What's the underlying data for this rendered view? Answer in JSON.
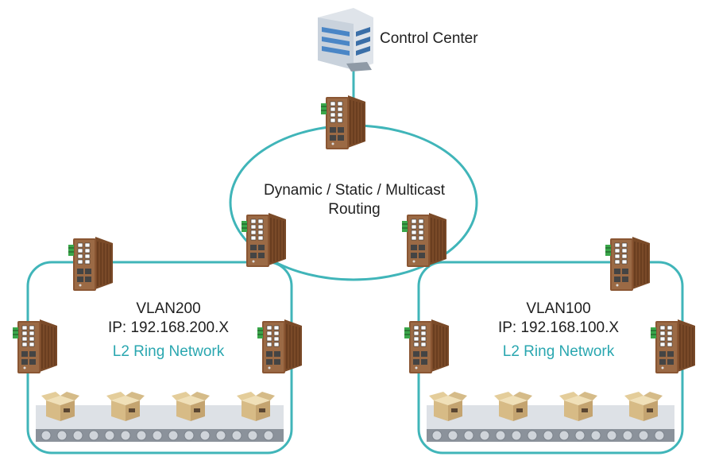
{
  "colors": {
    "link": "#40b5b9",
    "switch_body": "#8a5633",
    "switch_dark": "#5a3219",
    "terminal": "#3aa64a",
    "building": "#4a86c6"
  },
  "icons": {
    "control_center": "office-building-icon",
    "switch": "industrial-ethernet-switch-icon",
    "package": "cardboard-box-icon",
    "conveyor": "conveyor-belt-icon"
  },
  "control_center": {
    "label": "Control Center"
  },
  "core": {
    "label_line1": "Dynamic / Static / Multicast",
    "label_line2": "Routing"
  },
  "left_ring": {
    "vlan": "VLAN200",
    "ip": "IP: 192.168.200.X",
    "network": "L2 Ring Network"
  },
  "right_ring": {
    "vlan": "VLAN100",
    "ip": "IP: 192.168.100.X",
    "network": "L2 Ring Network"
  }
}
